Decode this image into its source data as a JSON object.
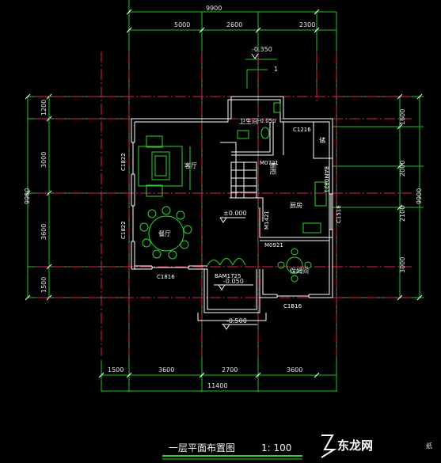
{
  "dimensions": {
    "top_total": "9900",
    "top_segments": [
      "5000",
      "2600",
      "2300"
    ],
    "left_total": "9900",
    "left_segments": [
      "1200",
      "3000",
      "3600",
      "1500"
    ],
    "right_total": "9900",
    "right_segments": [
      "1600",
      "2000",
      "2100",
      "3000"
    ],
    "bottom_total": "11400",
    "bottom_segments": [
      "1500",
      "3600",
      "2700",
      "3600"
    ]
  },
  "levels": {
    "top": "-0.350",
    "wc": "-0.050",
    "floor": "±0.000",
    "entrance": "-0.050",
    "step": "-0.500"
  },
  "axis_label": "1",
  "rooms": {
    "toilet": "卫生间",
    "living": "客厅",
    "dining": "餐厅",
    "kitchen": "厨房",
    "storage": "储",
    "cabinet": "橱柜",
    "nanny": "保姆间"
  },
  "doors": {
    "c1216": "C1216",
    "m0721": "M0721",
    "bam0821": "BAM0821",
    "c1822_top": "C1822",
    "c1822_bottom": "C1822",
    "m1421": "M1421",
    "c1516": "C1516",
    "m0921": "M0921",
    "c1816": "C1816",
    "bam1725": "BAM1725",
    "c1b16": "C1B16"
  },
  "title": "一层平面布置图",
  "scale": "1: 100",
  "watermark": "东龙网",
  "watermark_suffix": "纸"
}
